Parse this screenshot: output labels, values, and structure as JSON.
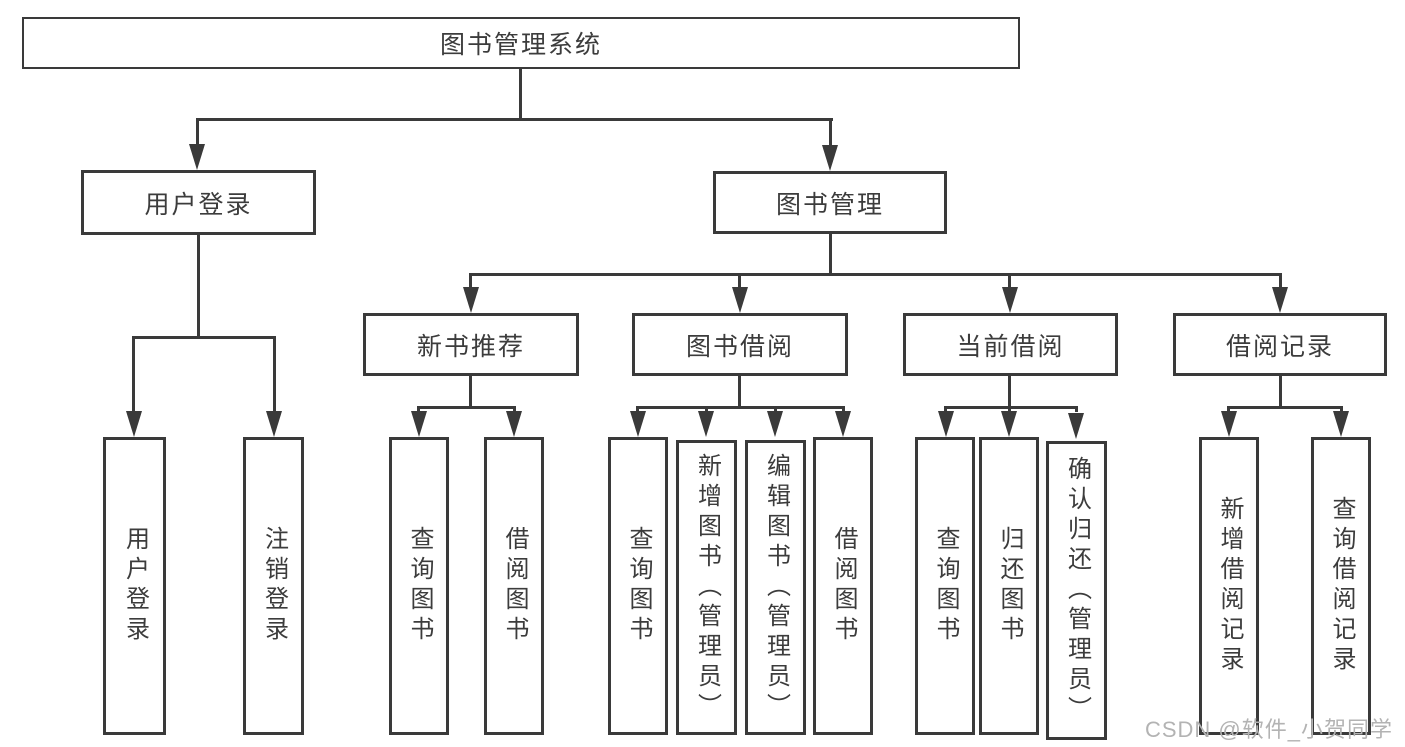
{
  "diagram": {
    "root": {
      "label": "图书管理系统"
    },
    "level2": [
      {
        "id": "user-login",
        "label": "用户登录"
      },
      {
        "id": "book-management",
        "label": "图书管理"
      }
    ],
    "level3": [
      {
        "id": "new-book-recommend",
        "label": "新书推荐"
      },
      {
        "id": "book-borrow",
        "label": "图书借阅"
      },
      {
        "id": "current-borrow",
        "label": "当前借阅"
      },
      {
        "id": "borrow-records",
        "label": "借阅记录"
      }
    ],
    "leaves": [
      {
        "id": "user-login-leaf",
        "label": "用户登录"
      },
      {
        "id": "logout",
        "label": "注销登录"
      },
      {
        "id": "query-books-recommend",
        "label": "查询图书"
      },
      {
        "id": "borrow-books-recommend",
        "label": "借阅图书"
      },
      {
        "id": "query-books-borrow",
        "label": "查询图书"
      },
      {
        "id": "add-books-admin",
        "label": "新增图书（管理员）"
      },
      {
        "id": "edit-books-admin",
        "label": "编辑图书（管理员）"
      },
      {
        "id": "borrow-books",
        "label": "借阅图书"
      },
      {
        "id": "query-books-current",
        "label": "查询图书"
      },
      {
        "id": "return-books",
        "label": "归还图书"
      },
      {
        "id": "confirm-return-admin",
        "label": "确认归还（管理员）"
      },
      {
        "id": "add-borrow-record",
        "label": "新增借阅记录"
      },
      {
        "id": "query-borrow-record",
        "label": "查询借阅记录"
      }
    ]
  },
  "watermark": {
    "text": "CSDN @软件_小贺同学"
  },
  "colors": {
    "line": "#3a3a3a",
    "text": "#3c3c3c",
    "background": "#ffffff",
    "watermark": "#b3b3b3"
  }
}
